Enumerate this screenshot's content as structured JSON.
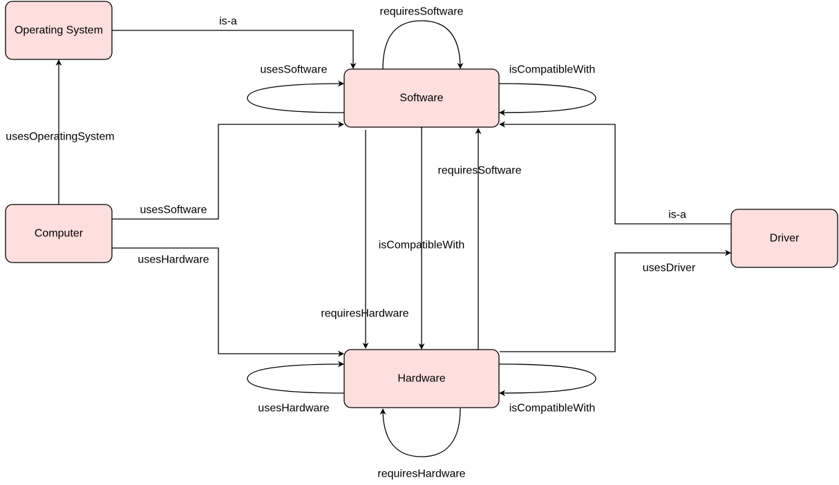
{
  "colors": {
    "node_fill": "#ffdede",
    "stroke": "#000000",
    "text": "#000000",
    "background": "#ffffff"
  },
  "nodes": {
    "operating_system": "Operating System",
    "software": "Software",
    "computer": "Computer",
    "hardware": "Hardware",
    "driver": "Driver"
  },
  "edges": {
    "os_is_a_software": "is-a",
    "software_requires_software": "requiresSoftware",
    "software_uses_software": "usesSoftware",
    "software_is_compatible_with_software": "isCompatibleWith",
    "computer_uses_operating_system": "usesOperatingSystem",
    "computer_uses_software": "usesSoftware",
    "computer_uses_hardware": "usesHardware",
    "hardware_requires_software": "requiresSoftware",
    "software_hardware_is_compatible_with": "isCompatibleWith",
    "software_requires_hardware": "requiresHardware",
    "driver_is_a_software": "is-a",
    "hardware_uses_driver": "usesDriver",
    "hardware_uses_hardware": "usesHardware",
    "hardware_is_compatible_with_hardware": "isCompatibleWith",
    "hardware_requires_hardware": "requiresHardware"
  }
}
